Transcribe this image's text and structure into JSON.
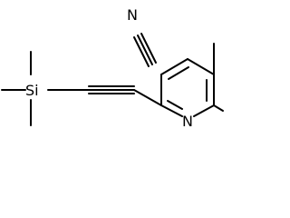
{
  "molecule": {
    "atoms": {
      "nitrile_nitrogen": "N",
      "ring_nitrogen": "N",
      "silicon": "Si"
    }
  },
  "colors": {
    "bond": "#000000",
    "label": "#000000",
    "background": "#ffffff"
  }
}
